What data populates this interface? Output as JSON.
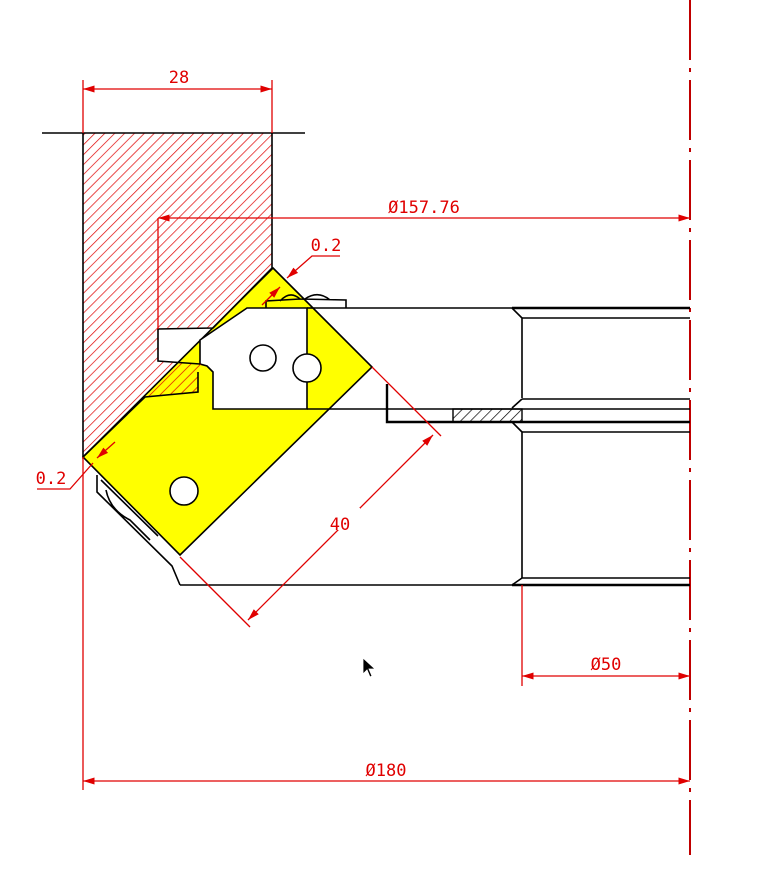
{
  "drawing": {
    "dimensions": {
      "width_top": "28",
      "diameter_inner": "Ø157.76",
      "clearance_top": "0.2",
      "clearance_left": "0.2",
      "insert_length": "40",
      "diameter_bore": "Ø50",
      "diameter_outer": "Ø180"
    },
    "colors": {
      "dimension": "#e00000",
      "insert_fill": "#ffff00",
      "hatch": "#e00000",
      "outline": "#000000"
    },
    "cursor": "arrow-cursor-icon"
  }
}
